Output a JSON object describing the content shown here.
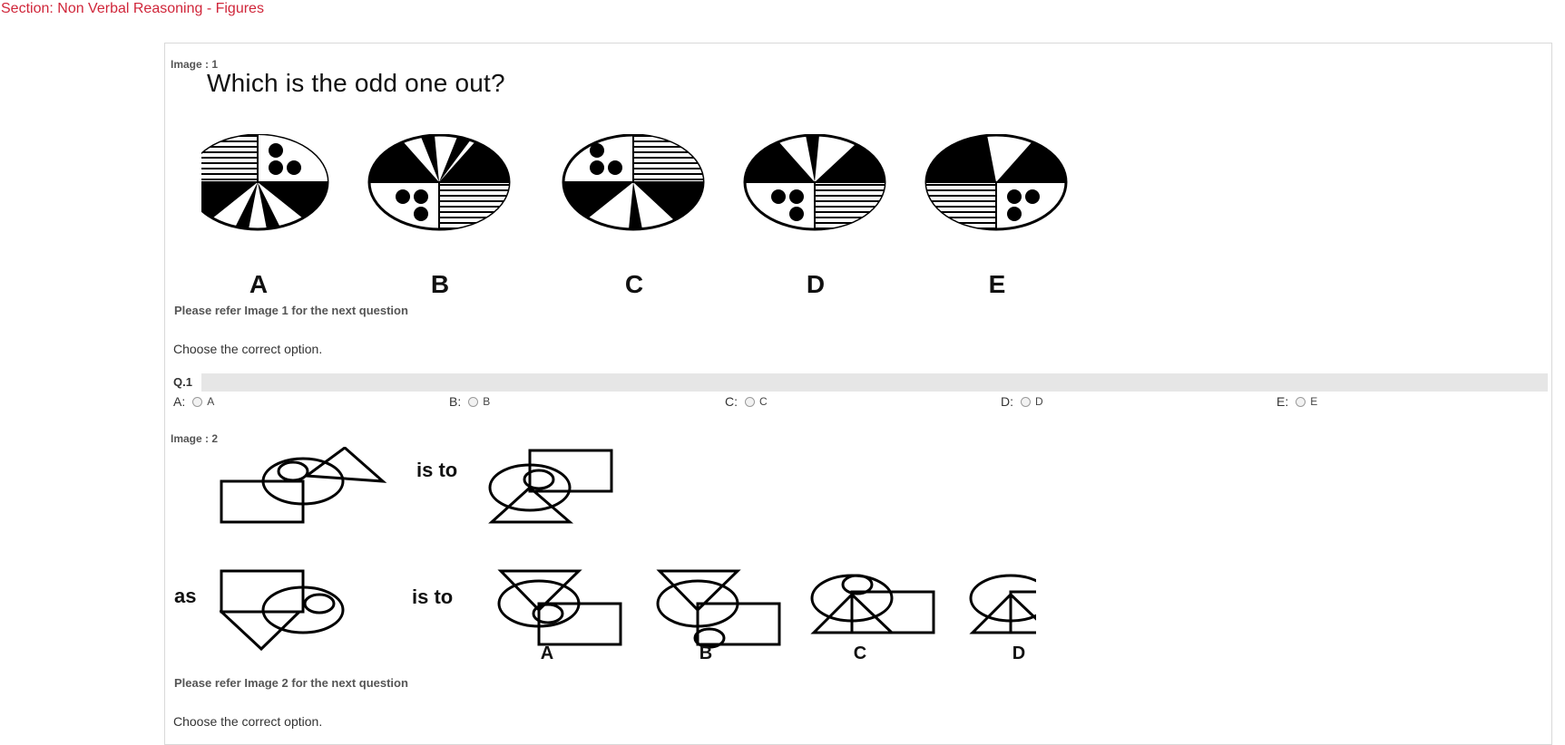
{
  "section": {
    "title": "Section: Non Verbal Reasoning - Figures"
  },
  "image1": {
    "label": "Image : 1",
    "heading": "Which is the odd one out?",
    "figure_letters": [
      "A",
      "B",
      "C",
      "D",
      "E"
    ],
    "refer": "Please refer Image 1 for the next question",
    "prompt": "Choose the correct option."
  },
  "question1": {
    "number": "Q.1",
    "options": [
      {
        "key": "A:",
        "text": "A"
      },
      {
        "key": "B:",
        "text": "B"
      },
      {
        "key": "C:",
        "text": "C"
      },
      {
        "key": "D:",
        "text": "D"
      },
      {
        "key": "E:",
        "text": "E"
      }
    ]
  },
  "image2": {
    "label": "Image : 2",
    "word_is_to_1": "is to",
    "word_as": "as",
    "word_is_to_2": "is to",
    "figure_letters": [
      "A",
      "B",
      "C",
      "D"
    ],
    "refer": "Please refer Image 2 for the next question",
    "prompt": "Choose the correct option."
  },
  "colors": {
    "section_title": "#d0263a",
    "question_bar": "#e6e6e6"
  }
}
